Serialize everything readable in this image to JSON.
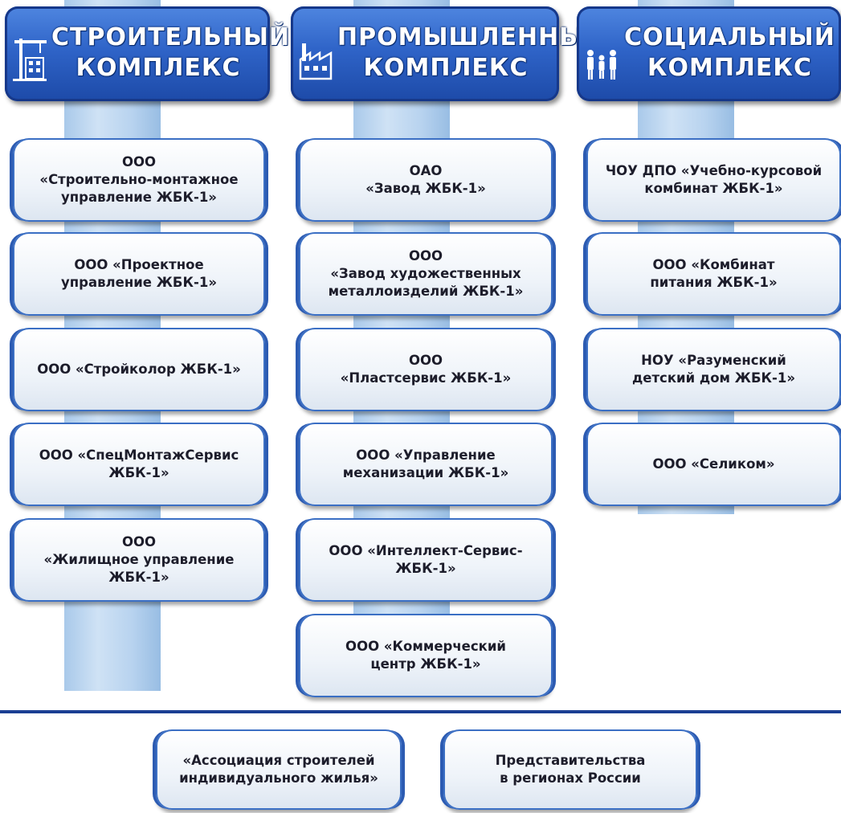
{
  "columns": [
    {
      "title": "СТРОИТЕЛЬНЫЙ\nКОМПЛЕКС",
      "icon": "crane-building-icon",
      "items": [
        "ООО\n«Строительно-монтажное\nуправление ЖБК-1»",
        "ООО «Проектное\nуправление ЖБК-1»",
        "ООО «Стройколор ЖБК-1»",
        "ООО «СпецМонтажСервис\nЖБК-1»",
        "ООО\n«Жилищное управление\nЖБК-1»"
      ]
    },
    {
      "title": "ПРОМЫШЛЕННЫЙ\nКОМПЛЕКС",
      "icon": "factory-icon",
      "items": [
        "ОАО\n«Завод ЖБК-1»",
        "ООО\n«Завод художественных\nметаллоизделий ЖБК-1»",
        "ООО\n«Пластсервис ЖБК-1»",
        "ООО «Управление\nмеханизации ЖБК-1»",
        "ООО «Интеллект-Сервис-\nЖБК-1»",
        "ООО «Коммерческий\nцентр ЖБК-1»"
      ]
    },
    {
      "title": "СОЦИАЛЬНЫЙ\nКОМПЛЕКС",
      "icon": "family-icon",
      "items": [
        "ЧОУ ДПО «Учебно-курсовой\nкомбинат ЖБК-1»",
        "ООО «Комбинат\nпитания ЖБК-1»",
        "НОУ «Разуменский\nдетский дом ЖБК-1»",
        "ООО «Селиком»"
      ]
    }
  ],
  "bottom": [
    "«Ассоциация строителей\nиндивидуального жилья»",
    "Представительства\nв регионах России"
  ],
  "colors": {
    "header_blue": "#2f64c8",
    "connector_blue": "#b8d3ef",
    "box_border": "#3b6fc4",
    "divider": "#1b3f93"
  }
}
